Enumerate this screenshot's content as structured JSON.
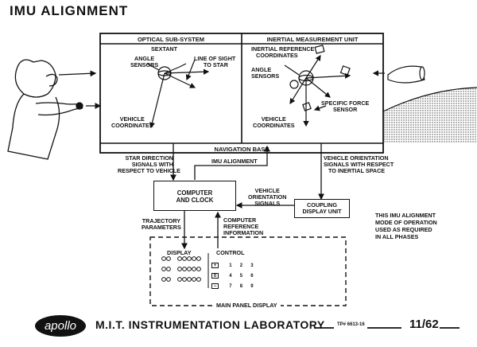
{
  "title": "IMU ALIGNMENT",
  "optical": {
    "header": "OPTICAL SUB-SYSTEM",
    "sextant": "SEXTANT",
    "angle_sensors": [
      "ANGLE",
      "SENSORS"
    ],
    "line_of_sight": [
      "LINE OF SIGHT",
      "TO STAR"
    ],
    "vehicle_coordinates": [
      "VEHICLE",
      "COORDINATES"
    ]
  },
  "imu": {
    "header": "INERTIAL MEASUREMENT UNIT",
    "inertial_reference": [
      "INERTIAL REFERENCE",
      "COORDINATES"
    ],
    "angle_sensors": [
      "ANGLE",
      "SENSORS"
    ],
    "specific_force": [
      "SPECIFIC FORCE",
      "SENSOR"
    ],
    "vehicle_coordinates": [
      "VEHICLE",
      "COORDINATES"
    ]
  },
  "navigation_base": "NAVIGATION BASE",
  "signals": {
    "star_direction": [
      "STAR DIRECTION",
      "SIGNALS WITH",
      "RESPECT TO VEHICLE"
    ],
    "imu_alignment": "IMU ALIGNMENT",
    "vehicle_orientation_right": [
      "VEHICLE ORIENTATION",
      "SIGNALS WITH RESPECT",
      "TO INERTIAL SPACE"
    ],
    "vehicle_orientation_mid": [
      "VEHICLE",
      "ORIENTATION",
      "SIGNALS"
    ],
    "trajectory": [
      "TRAJECTORY",
      "PARAMETERS"
    ],
    "computer_reference": [
      "COMPUTER",
      "REFERENCE",
      "INFORMATION"
    ]
  },
  "computer": [
    "COMPUTER",
    "AND CLOCK"
  ],
  "coupling": [
    "COUPLING",
    "DISPLAY UNIT"
  ],
  "note": [
    "THIS IMU ALIGNMENT",
    "MODE OF OPERATION",
    "USED AS REQUIRED",
    "IN ALL PHASES"
  ],
  "panel": {
    "display": "DISPLAY",
    "control": "CONTROL",
    "main_panel": "MAIN PANEL DISPLAY",
    "keys": [
      [
        "+",
        "1",
        "2",
        "3"
      ],
      [
        "0",
        "4",
        "5",
        "6"
      ],
      [
        "−",
        "7",
        "8",
        "9"
      ]
    ]
  },
  "footer": {
    "logo": "apollo",
    "lab": "M.I.T. INSTRUMENTATION LABORATORY",
    "tp": "TP# 6613-16",
    "page": "11/62"
  }
}
